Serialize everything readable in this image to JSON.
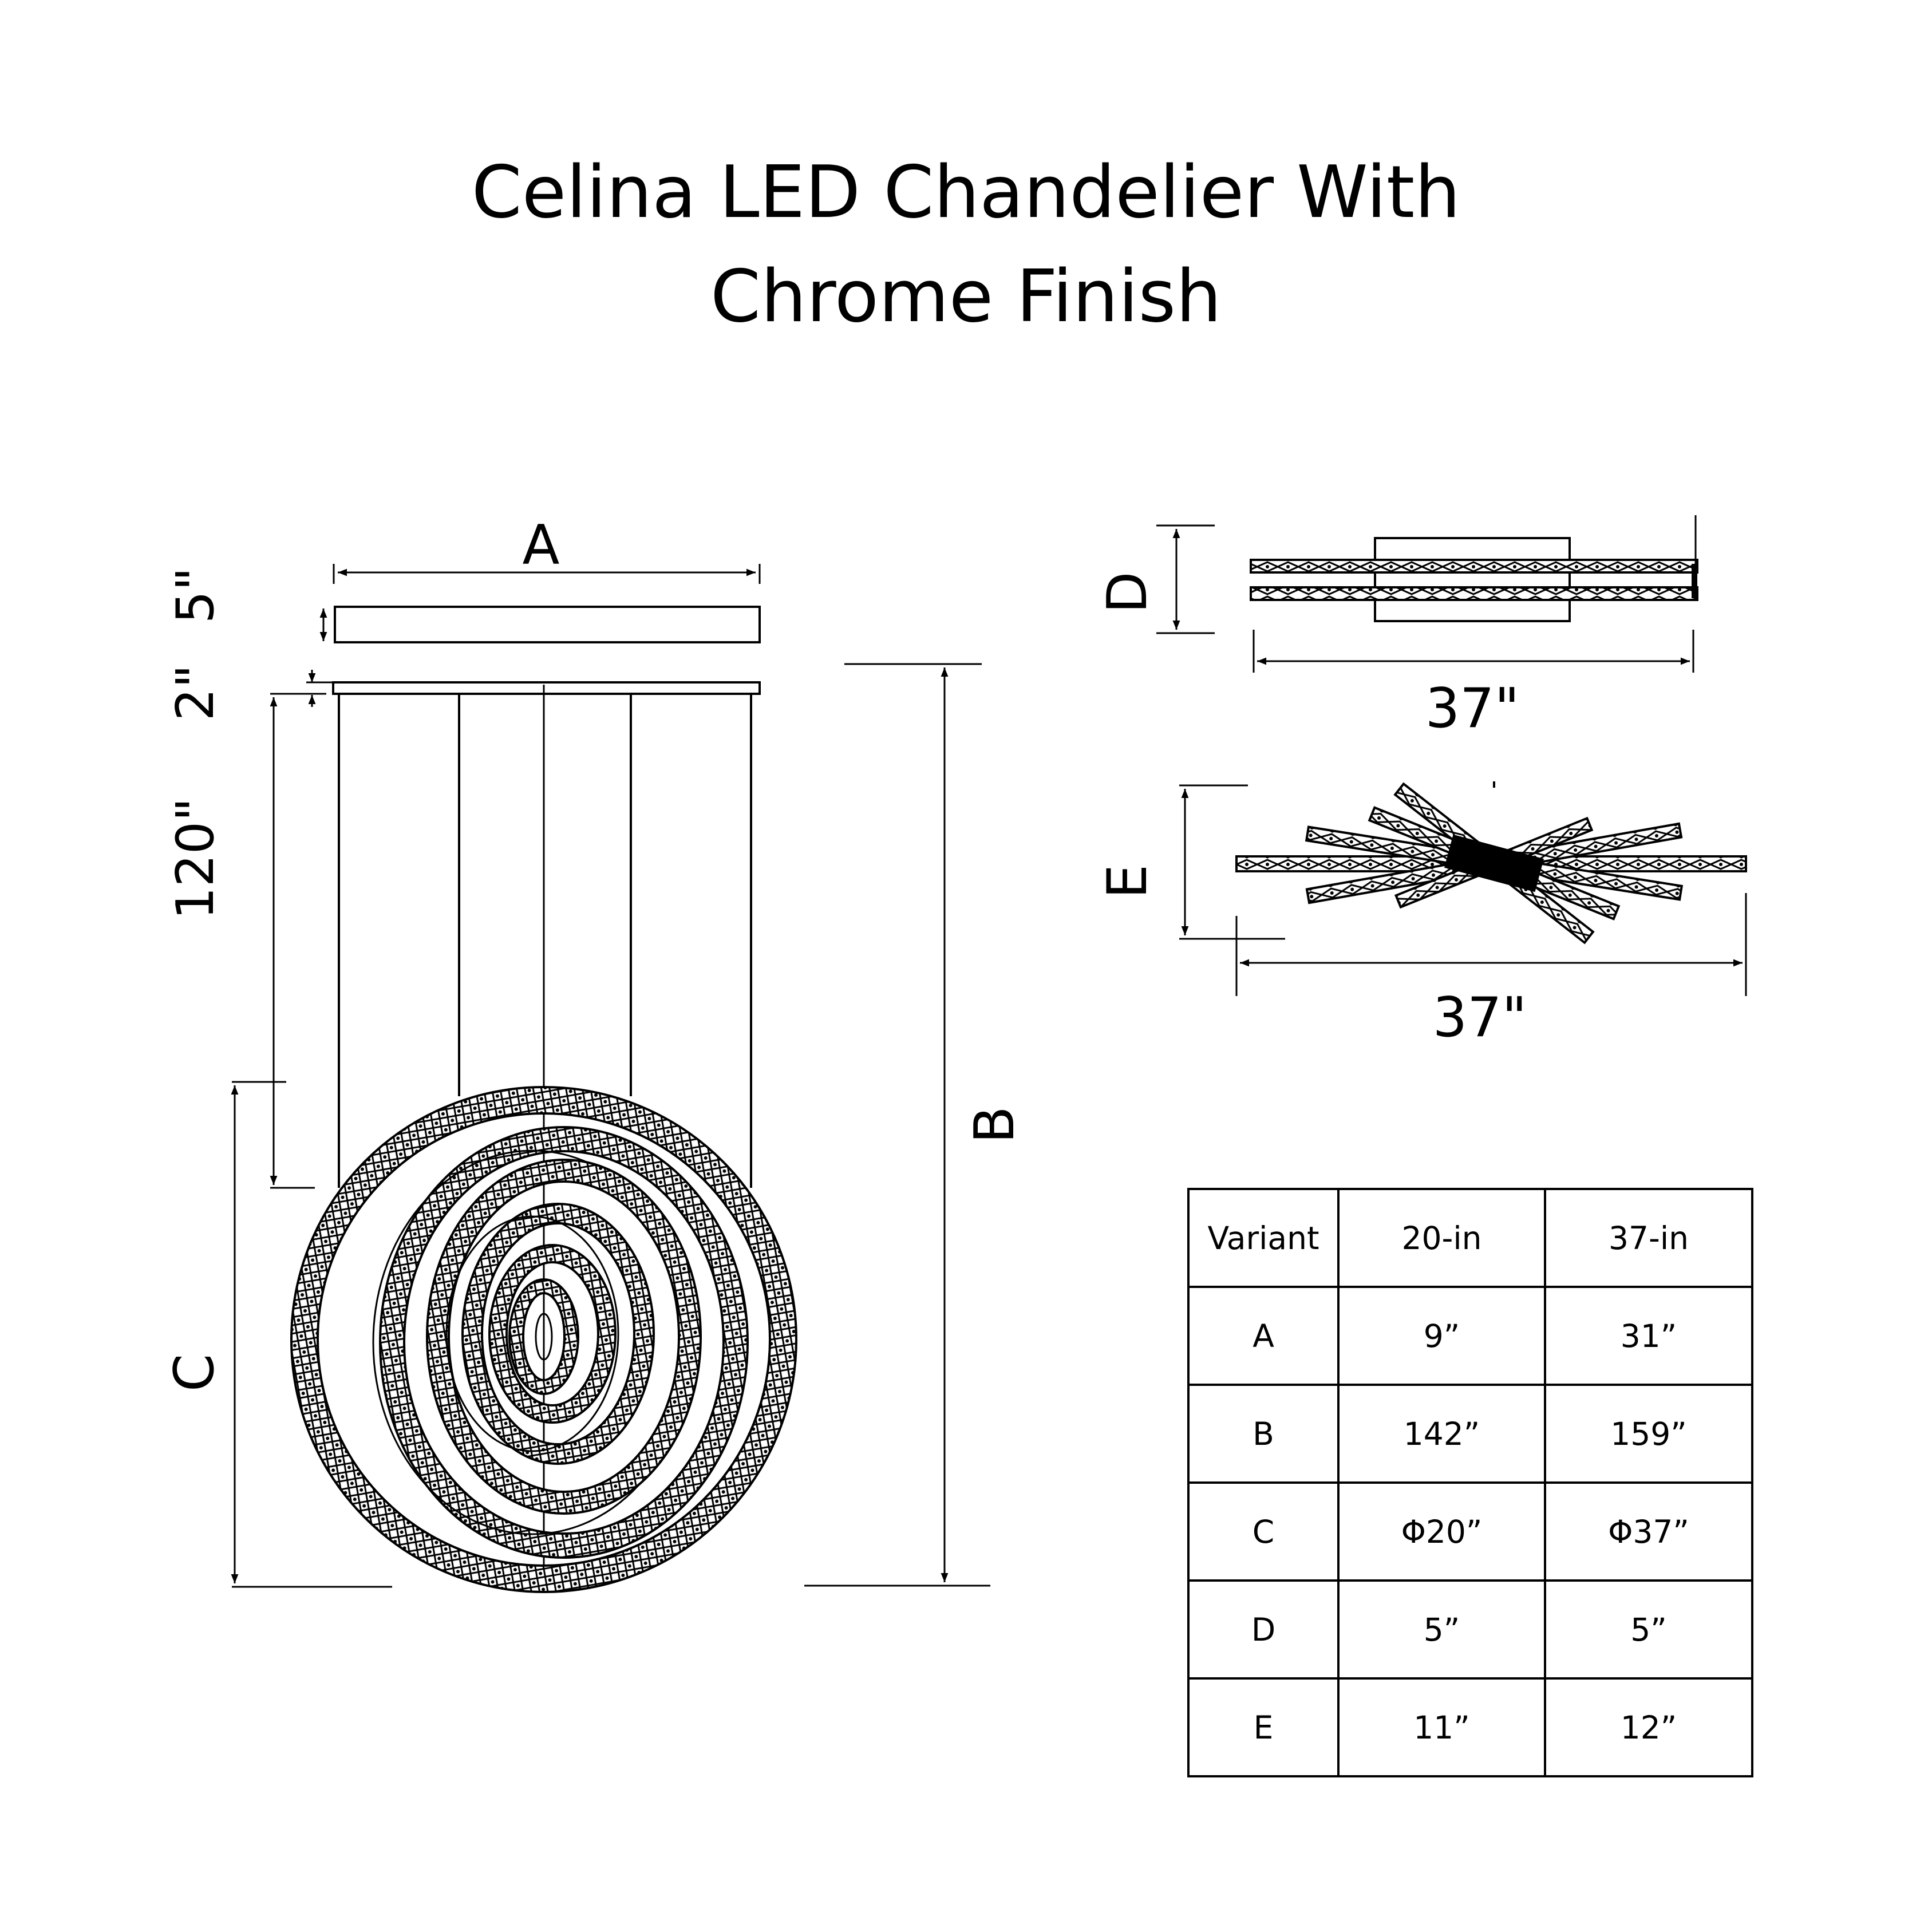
{
  "title": {
    "line1": "Celina LED Chandelier With",
    "line2": "Chrome Finish"
  },
  "front_view": {
    "label_a": "A",
    "label_b": "B",
    "label_c": "C",
    "dim_canopy": "5\"",
    "dim_plate": "2\"",
    "dim_cable": "120\""
  },
  "side_view": {
    "label_d": "D",
    "width": "37\""
  },
  "tilted_view": {
    "label_e": "E",
    "width": "37\""
  },
  "specs_table": {
    "headers": [
      "Variant",
      "20-in",
      "37-in"
    ],
    "rows": [
      [
        "A",
        "9”",
        "31”"
      ],
      [
        "B",
        "142”",
        "159”"
      ],
      [
        "C",
        "Φ20”",
        "Φ37”"
      ],
      [
        "D",
        "5”",
        "5”"
      ],
      [
        "E",
        "11”",
        "12”"
      ]
    ]
  }
}
